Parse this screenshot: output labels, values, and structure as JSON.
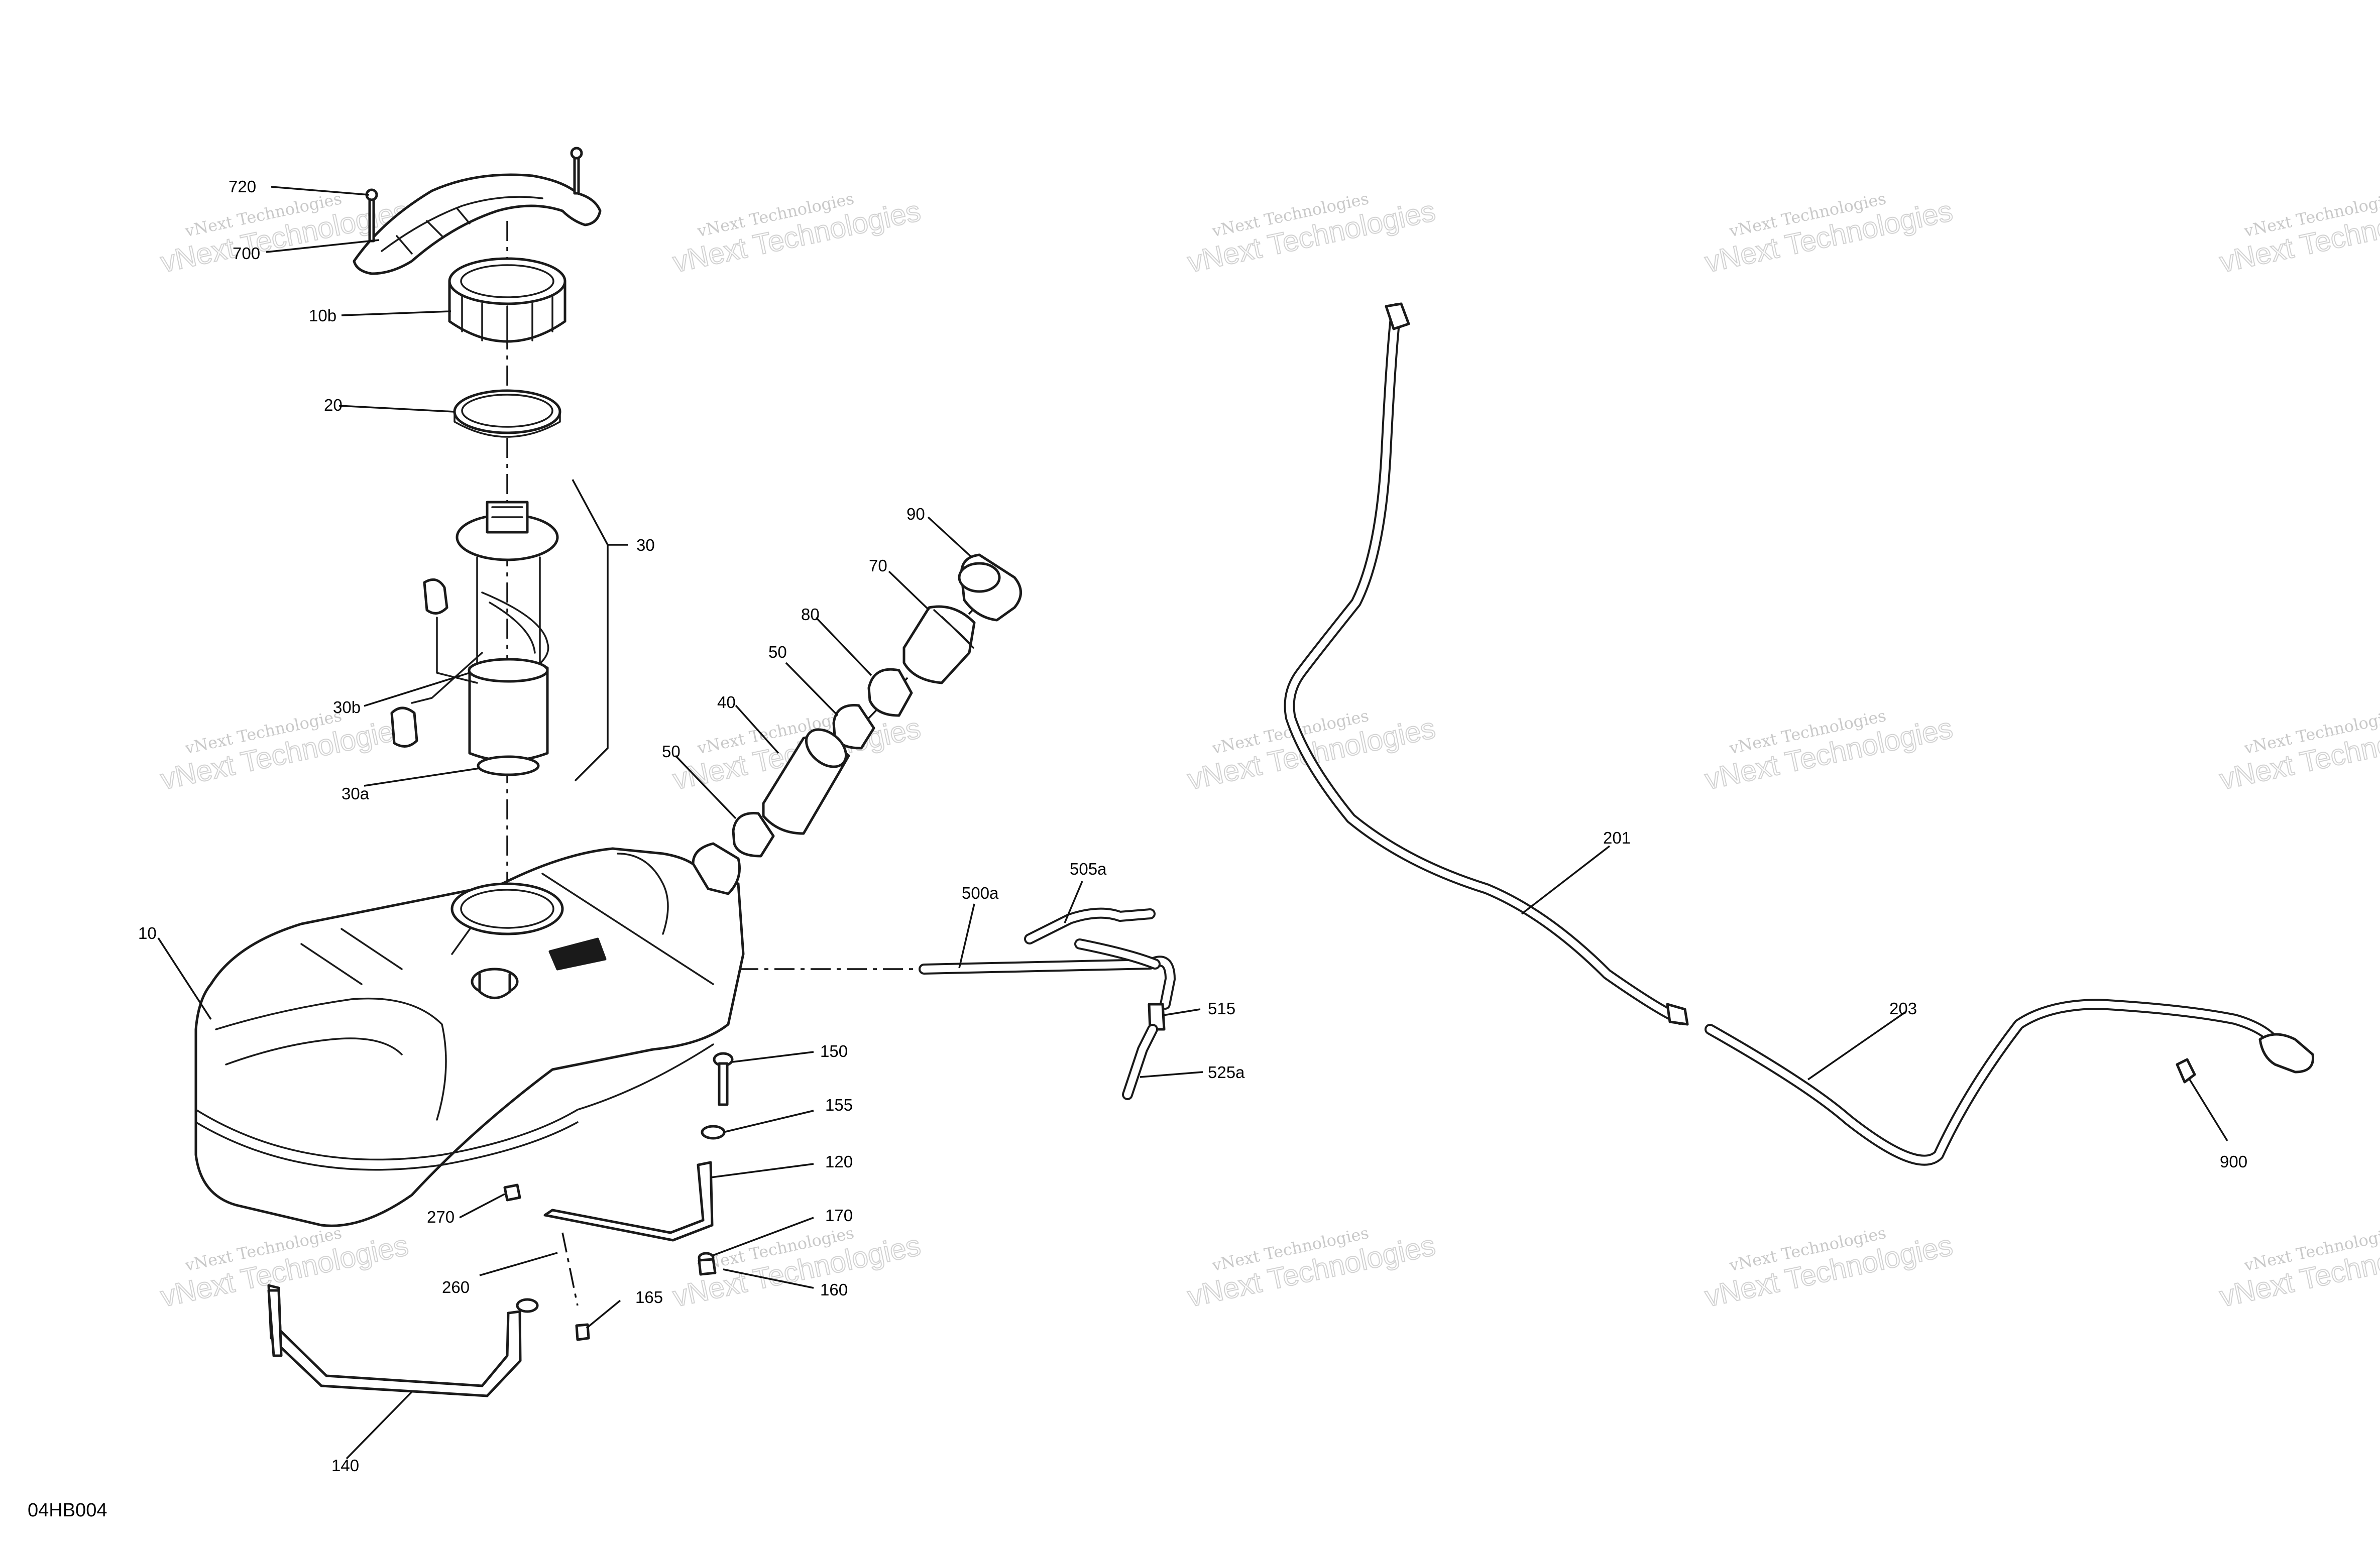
{
  "diagram": {
    "code": "04HB004",
    "watermark": {
      "line1": "vNext Technologies",
      "line2": "vNext Technologies"
    },
    "callouts": {
      "c720": "720",
      "c700": "700",
      "c10b": "10b",
      "c20": "20",
      "c30": "30",
      "c30b": "30b",
      "c30a": "30a",
      "c90": "90",
      "c70": "70",
      "c80": "80",
      "c50_upper": "50",
      "c40": "40",
      "c50_lower": "50",
      "c10": "10",
      "c500a": "500a",
      "c505a": "505a",
      "c515": "515",
      "c525a": "525a",
      "c150": "150",
      "c155": "155",
      "c120": "120",
      "c170": "170",
      "c160": "160",
      "c270": "270",
      "c260": "260",
      "c165": "165",
      "c140": "140",
      "c201": "201",
      "c203": "203",
      "c900": "900"
    }
  }
}
